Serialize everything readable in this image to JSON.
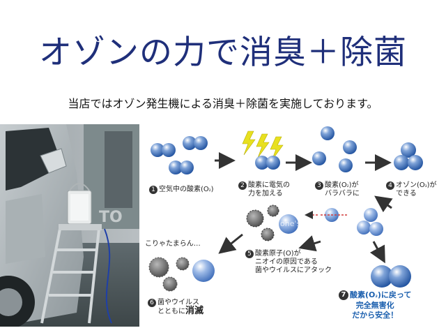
{
  "title": "オゾンの力で消臭＋除菌",
  "subtitle": "当店ではオゾン発生機による消臭＋除菌を実施しております。",
  "colors": {
    "title": "#1f2f7a",
    "accent_blue": "#1b5fae",
    "arrow": "#333333",
    "bolt": "#e8e020"
  },
  "photo": {
    "watermark": "TO"
  },
  "diagram": {
    "watermark": "one's",
    "steps": [
      {
        "num": "1",
        "lines": [
          "空気中の酸素(O",
          "₂",
          ")"
        ]
      },
      {
        "num": "2",
        "lines": [
          "酸素に電気の",
          "力を加える"
        ]
      },
      {
        "num": "3",
        "lines": [
          "酸素(O",
          "₂",
          ")が",
          "バラバラに"
        ]
      },
      {
        "num": "4",
        "lines": [
          "オゾン(O",
          "₃",
          ")が",
          "できる"
        ]
      },
      {
        "num": "5",
        "lines": [
          "酸素原子(O)が",
          "ニオイの原因である",
          "菌やウイルスにアタック"
        ]
      },
      {
        "num": "6",
        "lines": [
          "菌やウイルス",
          "とともに",
          "消滅"
        ]
      },
      {
        "num": "7",
        "lines": [
          "酸素(O",
          "₂",
          ")に戻って",
          "完全無害化",
          "だから安全！"
        ]
      }
    ],
    "germ_caption": "こりゃたまらん…"
  }
}
